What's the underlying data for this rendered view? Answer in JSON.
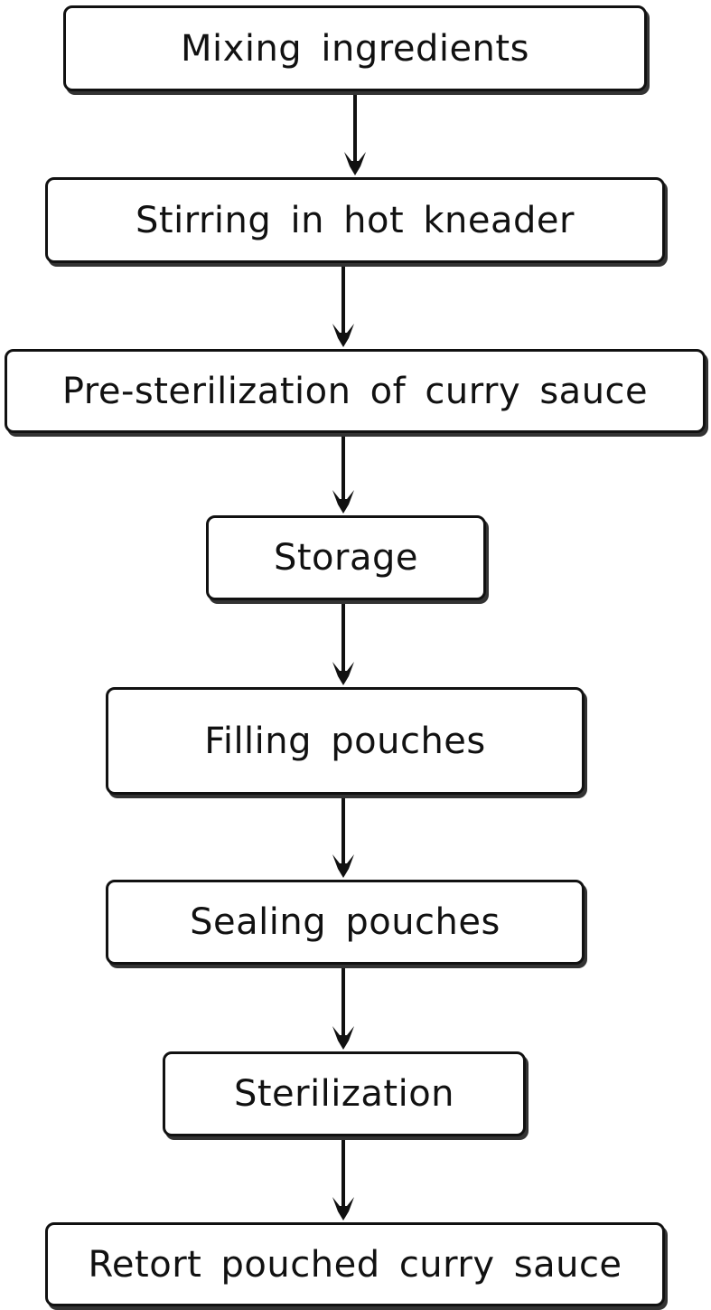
{
  "steps": [
    {
      "label": "Mixing ingredients"
    },
    {
      "label": "Stirring in hot kneader"
    },
    {
      "label": "Pre-sterilization of curry sauce"
    },
    {
      "label": "Storage"
    },
    {
      "label": "Filling pouches"
    },
    {
      "label": "Sealing pouches"
    },
    {
      "label": "Sterilization"
    },
    {
      "label": "Retort pouched curry sauce"
    }
  ],
  "colors": {
    "stroke": "#111111",
    "fill": "#ffffff"
  }
}
